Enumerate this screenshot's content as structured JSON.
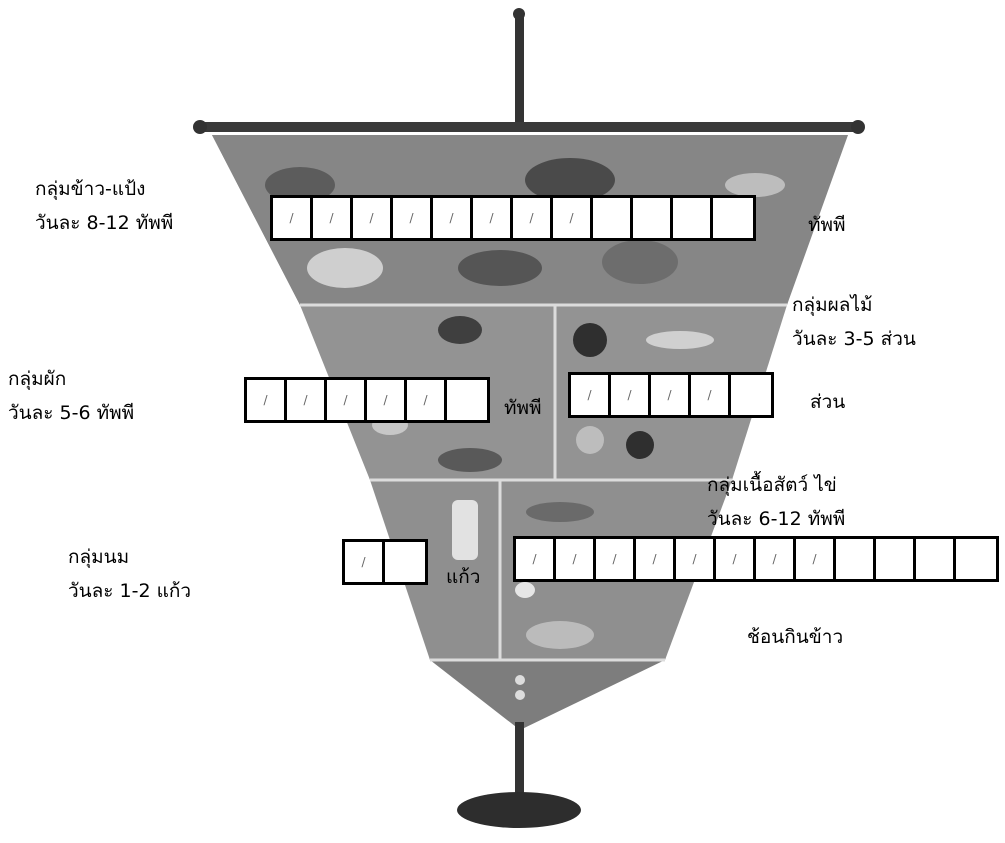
{
  "groups": {
    "rice": {
      "name": "กลุ่มข้าว-แป้ง",
      "daily": "วันละ 8-12 ทัพพี",
      "unit": "ทัพพี",
      "boxes": 12,
      "marked": 8
    },
    "fruit": {
      "name": "กลุ่มผลไม้",
      "daily": "วันละ 3-5 ส่วน",
      "unit": "ส่วน",
      "boxes": 5,
      "marked": 4
    },
    "veg": {
      "name": "กลุ่มผัก",
      "daily": "วันละ 5-6 ทัพพี",
      "unit": "ทัพพี",
      "boxes": 6,
      "marked": 5
    },
    "meat": {
      "name": "กลุ่มเนื้อสัตว์ ไข่",
      "daily": "วันละ 6-12 ทัพพี",
      "unit": "ช้อนกินข้าว",
      "boxes": 12,
      "marked": 8
    },
    "milk": {
      "name": "กลุ่มนม",
      "daily": "วันละ 1-2 แก้ว",
      "unit": "แก้ว",
      "boxes": 2,
      "marked": 1
    }
  },
  "mark_symbol": "/",
  "colors": {
    "pyramid_top": "#8a8a8a",
    "pyramid_mid": "#9a9a9a",
    "pole": "#333333",
    "divider": "#d8d8d8"
  }
}
